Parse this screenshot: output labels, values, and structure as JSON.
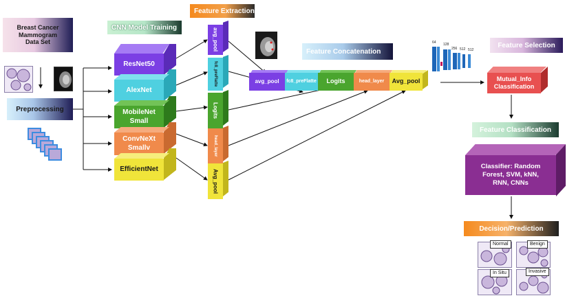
{
  "dataset": {
    "title": "Breast Cancer Mammogram Data Set"
  },
  "preprocessing": {
    "label": "Preprocessing"
  },
  "cnn_training": {
    "header": "CNN Model Training",
    "models": [
      "ResNet50",
      "AlexNet",
      "MobileNet Small",
      "ConvNeXt Smallv",
      "EfficientNet"
    ]
  },
  "feature_extraction": {
    "header": "Feature Extraction",
    "layers": [
      "avg_pool",
      "fc8_preFlatte",
      "Logits",
      "head_layer",
      "Avg_pool"
    ]
  },
  "feature_concatenation": {
    "header": "Feature Concatenation",
    "blocks": [
      "avg_pool",
      "fc8_preFlatte",
      "Logits",
      "head_layer",
      "Avg_pool"
    ]
  },
  "network_numbers": [
    "64",
    "128",
    "256",
    "512",
    "512"
  ],
  "feature_selection": {
    "header": "Feature Selection",
    "method": "Mutual_Info Classification"
  },
  "feature_classification": {
    "header": "Feature Classification",
    "classifier": "Classifier: Random Forest, SVM, kNN, RNN, CNNs"
  },
  "decision": {
    "header": "Decision/Prediction",
    "classes": [
      "Normal",
      "Benign",
      "In Situ",
      "Invasive"
    ]
  },
  "colors": {
    "purple": "#7b3fe4",
    "cyan": "#4fd0e0",
    "green": "#4aa52e",
    "orange": "#f08a4b",
    "yellow": "#f0e43a",
    "red": "#e85050",
    "magenta": "#8a2e92",
    "blue": "#1e66b8"
  }
}
